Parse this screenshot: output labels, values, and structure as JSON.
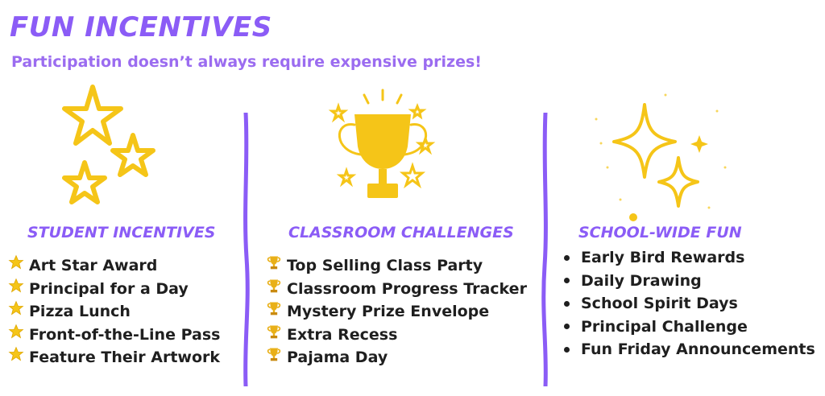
{
  "title": "FUN INCENTIVES",
  "subtitle": "Participation doesn’t always require expensive prizes!",
  "colors": {
    "accent": "#8b5cf6",
    "gold": "#f5c518",
    "text": "#1f1f1f"
  },
  "columns": [
    {
      "heading": "STUDENT INCENTIVES",
      "illustration": "stars-icon",
      "bullet": "star-icon",
      "items": [
        "Art Star Award",
        "Principal for a Day",
        "Pizza Lunch",
        "Front-of-the-Line Pass",
        "Feature Their Artwork"
      ]
    },
    {
      "heading": "CLASSROOM CHALLENGES",
      "illustration": "trophy-icon",
      "bullet": "trophy-icon",
      "items": [
        "Top Selling Class Party",
        "Classroom Progress Tracker",
        "Mystery Prize Envelope",
        "Extra Recess",
        "Pajama Day"
      ]
    },
    {
      "heading": "SCHOOL-WIDE FUN",
      "illustration": "sparkle-icon",
      "bullet": "dot",
      "items": [
        "Early Bird Rewards",
        "Daily Drawing",
        "School Spirit Days",
        "Principal Challenge",
        "Fun Friday Announcements"
      ]
    }
  ]
}
